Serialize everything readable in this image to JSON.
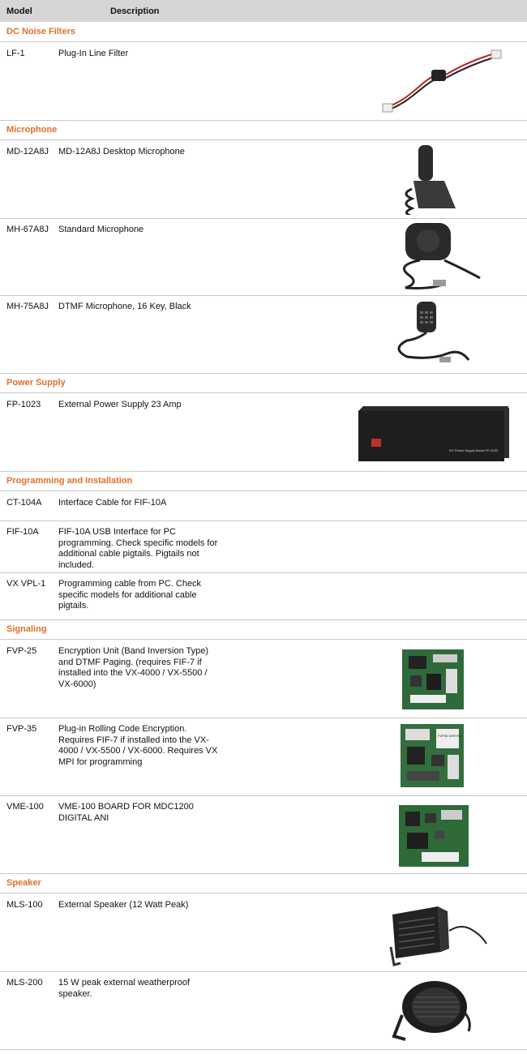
{
  "header": {
    "model": "Model",
    "description": "Description"
  },
  "sections": {
    "dc_noise": "DC Noise Filters",
    "microphone": "Microphone",
    "power": "Power Supply",
    "programming": "Programming and Installation",
    "signaling": "Signaling",
    "speaker": "Speaker"
  },
  "rows": {
    "lf1": {
      "model": "LF-1",
      "desc": "Plug-In Line Filter"
    },
    "md12": {
      "model": "MD-12A8J",
      "desc": "MD-12A8J Desktop Microphone"
    },
    "mh67": {
      "model": "MH-67A8J",
      "desc": "Standard Microphone"
    },
    "mh75": {
      "model": "MH-75A8J",
      "desc": "DTMF Microphone, 16 Key, Black"
    },
    "fp1023": {
      "model": "FP-1023",
      "desc": "External Power Supply 23 Amp",
      "label": "DC Power Supply Model FP-1023"
    },
    "ct104": {
      "model": "CT-104A",
      "desc": "Interface Cable for FIF-10A"
    },
    "fif10": {
      "model": "FIF-10A",
      "desc": "FIF-10A USB Interface for PC programming. Check specific models for additional cable pigtails. Pigtails not included."
    },
    "vxvpl": {
      "model": "VX VPL-1",
      "desc": "Programming cable from PC.  Check specific models for additional cable pigtails."
    },
    "fvp25": {
      "model": "FVP-25",
      "desc": "Encryption Unit (Band Inversion Type) and DTMF Paging.    (requires FIF-7 if installed into the VX-4000 / VX-5500 / VX-6000)"
    },
    "fvp35": {
      "model": "FVP-35",
      "desc": "Plug-in Rolling Code Encryption.  Requires FIF-7 if installed into the VX-4000 / VX-5500 / VX-6000.  Requires VX MPI for programming",
      "chip_label": "FVP35 VERTEX"
    },
    "vme100": {
      "model": "VME-100",
      "desc": "VME-100 BOARD FOR MDC1200 DIGITAL ANI"
    },
    "mls100": {
      "model": "MLS-100",
      "desc": "External Speaker (12 Watt Peak)"
    },
    "mls200": {
      "model": "MLS-200",
      "desc": "15 W peak external weatherproof speaker."
    }
  },
  "colors": {
    "header_bg": "#d6d6d6",
    "section_text": "#e0702a",
    "divider": "#c8c8c8",
    "power_switch": "#c0302a"
  }
}
